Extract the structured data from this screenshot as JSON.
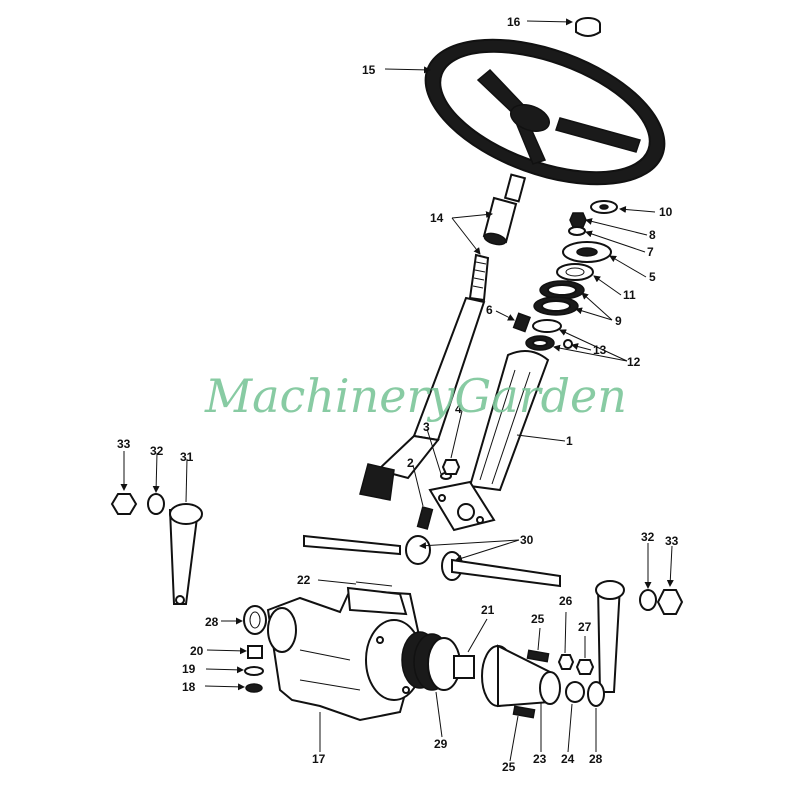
{
  "watermark": "MachineryGarden",
  "callouts": {
    "c1": "1",
    "c2": "2",
    "c3": "3",
    "c4": "4",
    "c5": "5",
    "c6": "6",
    "c7": "7",
    "c8": "8",
    "c9": "9",
    "c10": "10",
    "c11": "11",
    "c12": "12",
    "c13": "13",
    "c14": "14",
    "c15": "15",
    "c16": "16",
    "c17": "17",
    "c18": "18",
    "c19": "19",
    "c20": "20",
    "c21": "21",
    "c22": "22",
    "c23": "23",
    "c24": "24",
    "c25a": "25",
    "c25b": "25",
    "c26": "26",
    "c27": "27",
    "c28a": "28",
    "c28b": "28",
    "c29": "29",
    "c30": "30",
    "c31": "31",
    "c32a": "32",
    "c32b": "32",
    "c33a": "33",
    "c33b": "33"
  }
}
